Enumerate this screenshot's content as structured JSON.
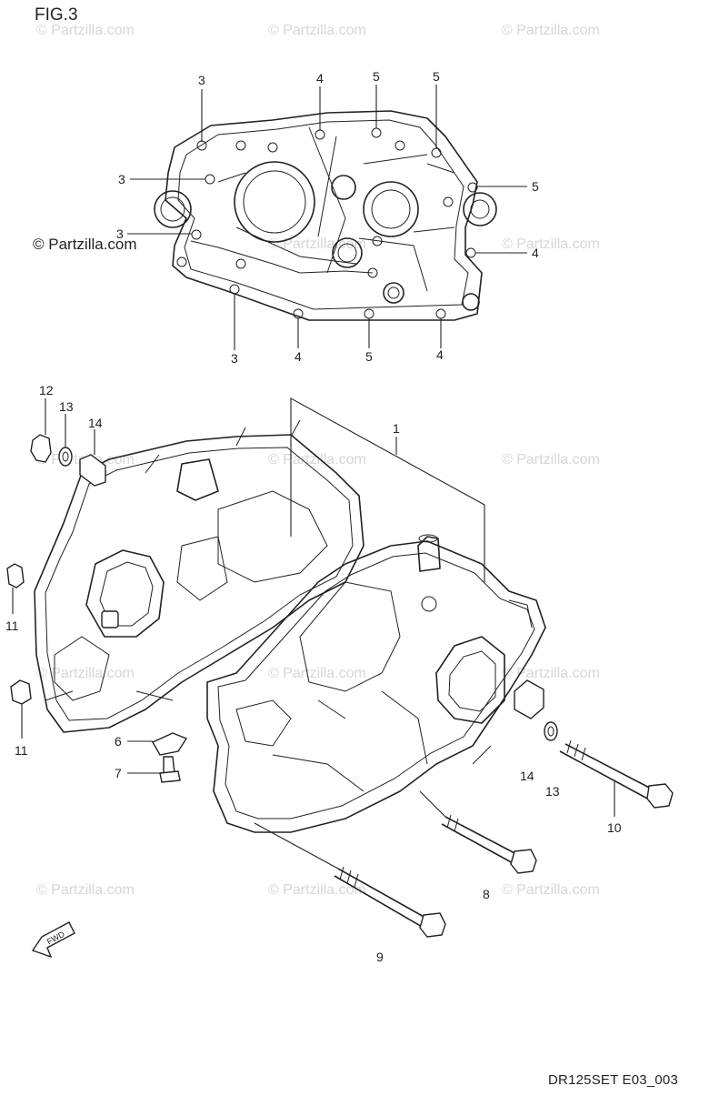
{
  "figure": {
    "title": "FIG.3",
    "footer_code": "DR125SET E03_003",
    "direction_badge": "FWD"
  },
  "watermark": {
    "text": "© Partzilla.com",
    "prominent_text": "© Partzilla.com"
  },
  "callouts": {
    "top_3a": "3",
    "top_4a": "4",
    "top_5a": "5",
    "top_5b": "5",
    "left_3b": "3",
    "left_3c": "3",
    "right_5c": "5",
    "right_4b": "4",
    "bottom_3d": "3",
    "bottom_4c": "4",
    "bottom_5d": "5",
    "bottom_4d": "4",
    "p12": "12",
    "p13a": "13",
    "p14a": "14",
    "p1": "1",
    "p11a": "11",
    "p11b": "11",
    "p6": "6",
    "p7": "7",
    "p14b": "14",
    "p13b": "13",
    "p10": "10",
    "p8": "8",
    "p9": "9"
  }
}
